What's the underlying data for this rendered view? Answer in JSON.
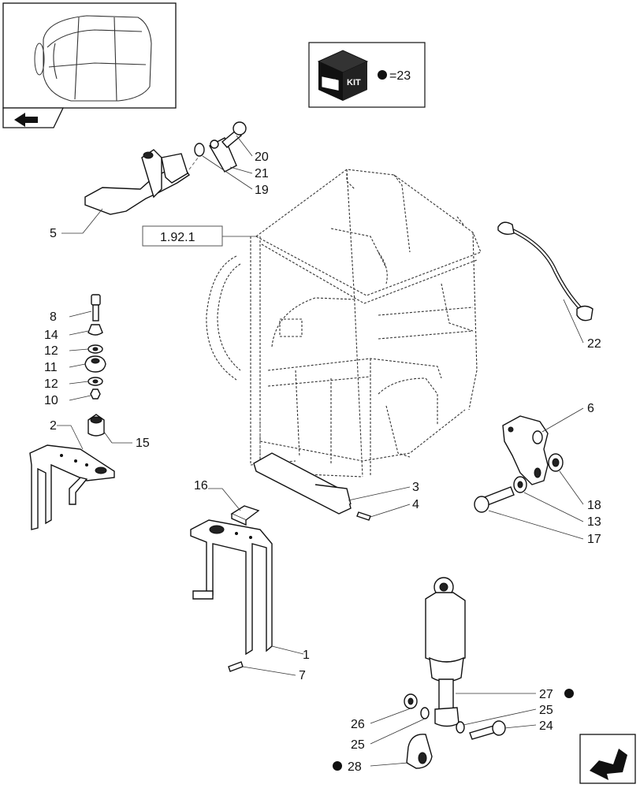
{
  "kit": {
    "badge_text_1": "KIT",
    "badge_text_2": "KIT",
    "legend_text": "=23"
  },
  "reference": {
    "label": "1.92.1"
  },
  "callouts": [
    {
      "id": "c1",
      "text": "1"
    },
    {
      "id": "c2",
      "text": "2"
    },
    {
      "id": "c3",
      "text": "3"
    },
    {
      "id": "c4",
      "text": "4"
    },
    {
      "id": "c5",
      "text": "5"
    },
    {
      "id": "c6",
      "text": "6"
    },
    {
      "id": "c7",
      "text": "7"
    },
    {
      "id": "c8",
      "text": "8"
    },
    {
      "id": "c10",
      "text": "10"
    },
    {
      "id": "c11",
      "text": "11"
    },
    {
      "id": "c12a",
      "text": "12"
    },
    {
      "id": "c12b",
      "text": "12"
    },
    {
      "id": "c13",
      "text": "13"
    },
    {
      "id": "c14",
      "text": "14"
    },
    {
      "id": "c15",
      "text": "15"
    },
    {
      "id": "c16",
      "text": "16"
    },
    {
      "id": "c17",
      "text": "17"
    },
    {
      "id": "c18",
      "text": "18"
    },
    {
      "id": "c19",
      "text": "19"
    },
    {
      "id": "c20",
      "text": "20"
    },
    {
      "id": "c21",
      "text": "21"
    },
    {
      "id": "c22",
      "text": "22"
    },
    {
      "id": "c24",
      "text": "24"
    },
    {
      "id": "c25a",
      "text": "25"
    },
    {
      "id": "c25b",
      "text": "25"
    },
    {
      "id": "c26",
      "text": "26"
    },
    {
      "id": "c27",
      "text": "27"
    },
    {
      "id": "c28",
      "text": "28"
    }
  ],
  "icons": {
    "thumbnail": "cab-frame-thumbnail-icon",
    "nav_back": "back-arrow-icon",
    "nav_next": "next-arrow-icon",
    "kit": "kit-box-icon"
  },
  "colors": {
    "ink": "#111111",
    "paper": "#ffffff"
  }
}
